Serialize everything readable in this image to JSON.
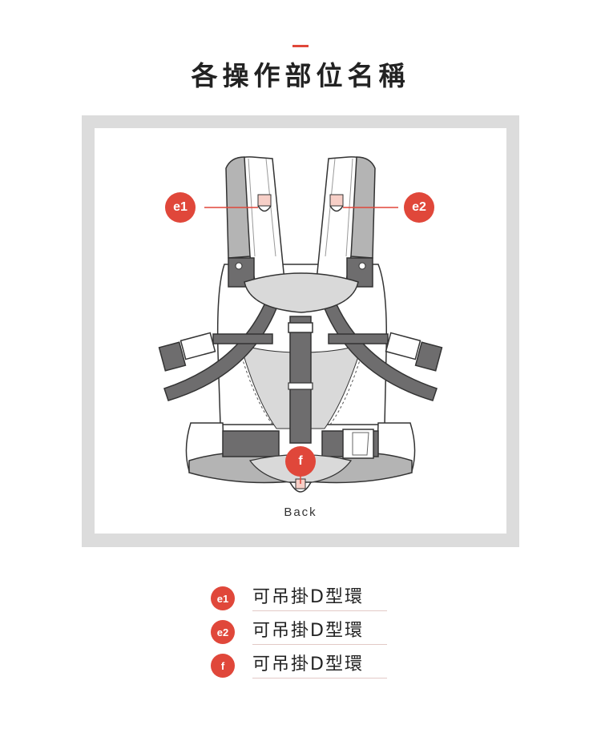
{
  "page": {
    "title": "各操作部位名稱",
    "diagram_caption": "Back"
  },
  "callouts": [
    {
      "id": "e1",
      "label": "e1"
    },
    {
      "id": "e2",
      "label": "e2"
    },
    {
      "id": "f",
      "label": "f"
    }
  ],
  "legend": [
    {
      "badge": "e1",
      "text": "可吊掛D型環"
    },
    {
      "badge": "e2",
      "text": "可吊掛D型環"
    },
    {
      "badge": "f",
      "text": "可吊掛D型環"
    }
  ],
  "colors": {
    "accent": "#e0473a",
    "frame": "#dcdcdc",
    "strap_dark": "#6e6d6e",
    "strap_light": "#b4b4b4",
    "ring_tab": "#f7cfc7"
  }
}
